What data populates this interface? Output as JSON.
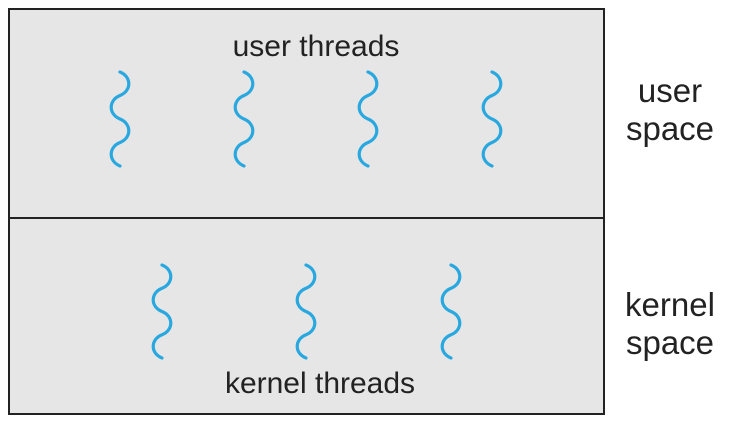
{
  "regions": {
    "user": {
      "title": "user threads",
      "side_label_line1": "user",
      "side_label_line2": "space",
      "thread_count": 4
    },
    "kernel": {
      "title": "kernel threads",
      "side_label_line1": "kernel",
      "side_label_line2": "space",
      "thread_count": 3
    }
  },
  "colors": {
    "thread": "#29a8e0",
    "panel_fill": "#e6e6e6",
    "border": "#222222",
    "text": "#222222"
  },
  "icons": {
    "thread": "wavy-line-icon"
  }
}
